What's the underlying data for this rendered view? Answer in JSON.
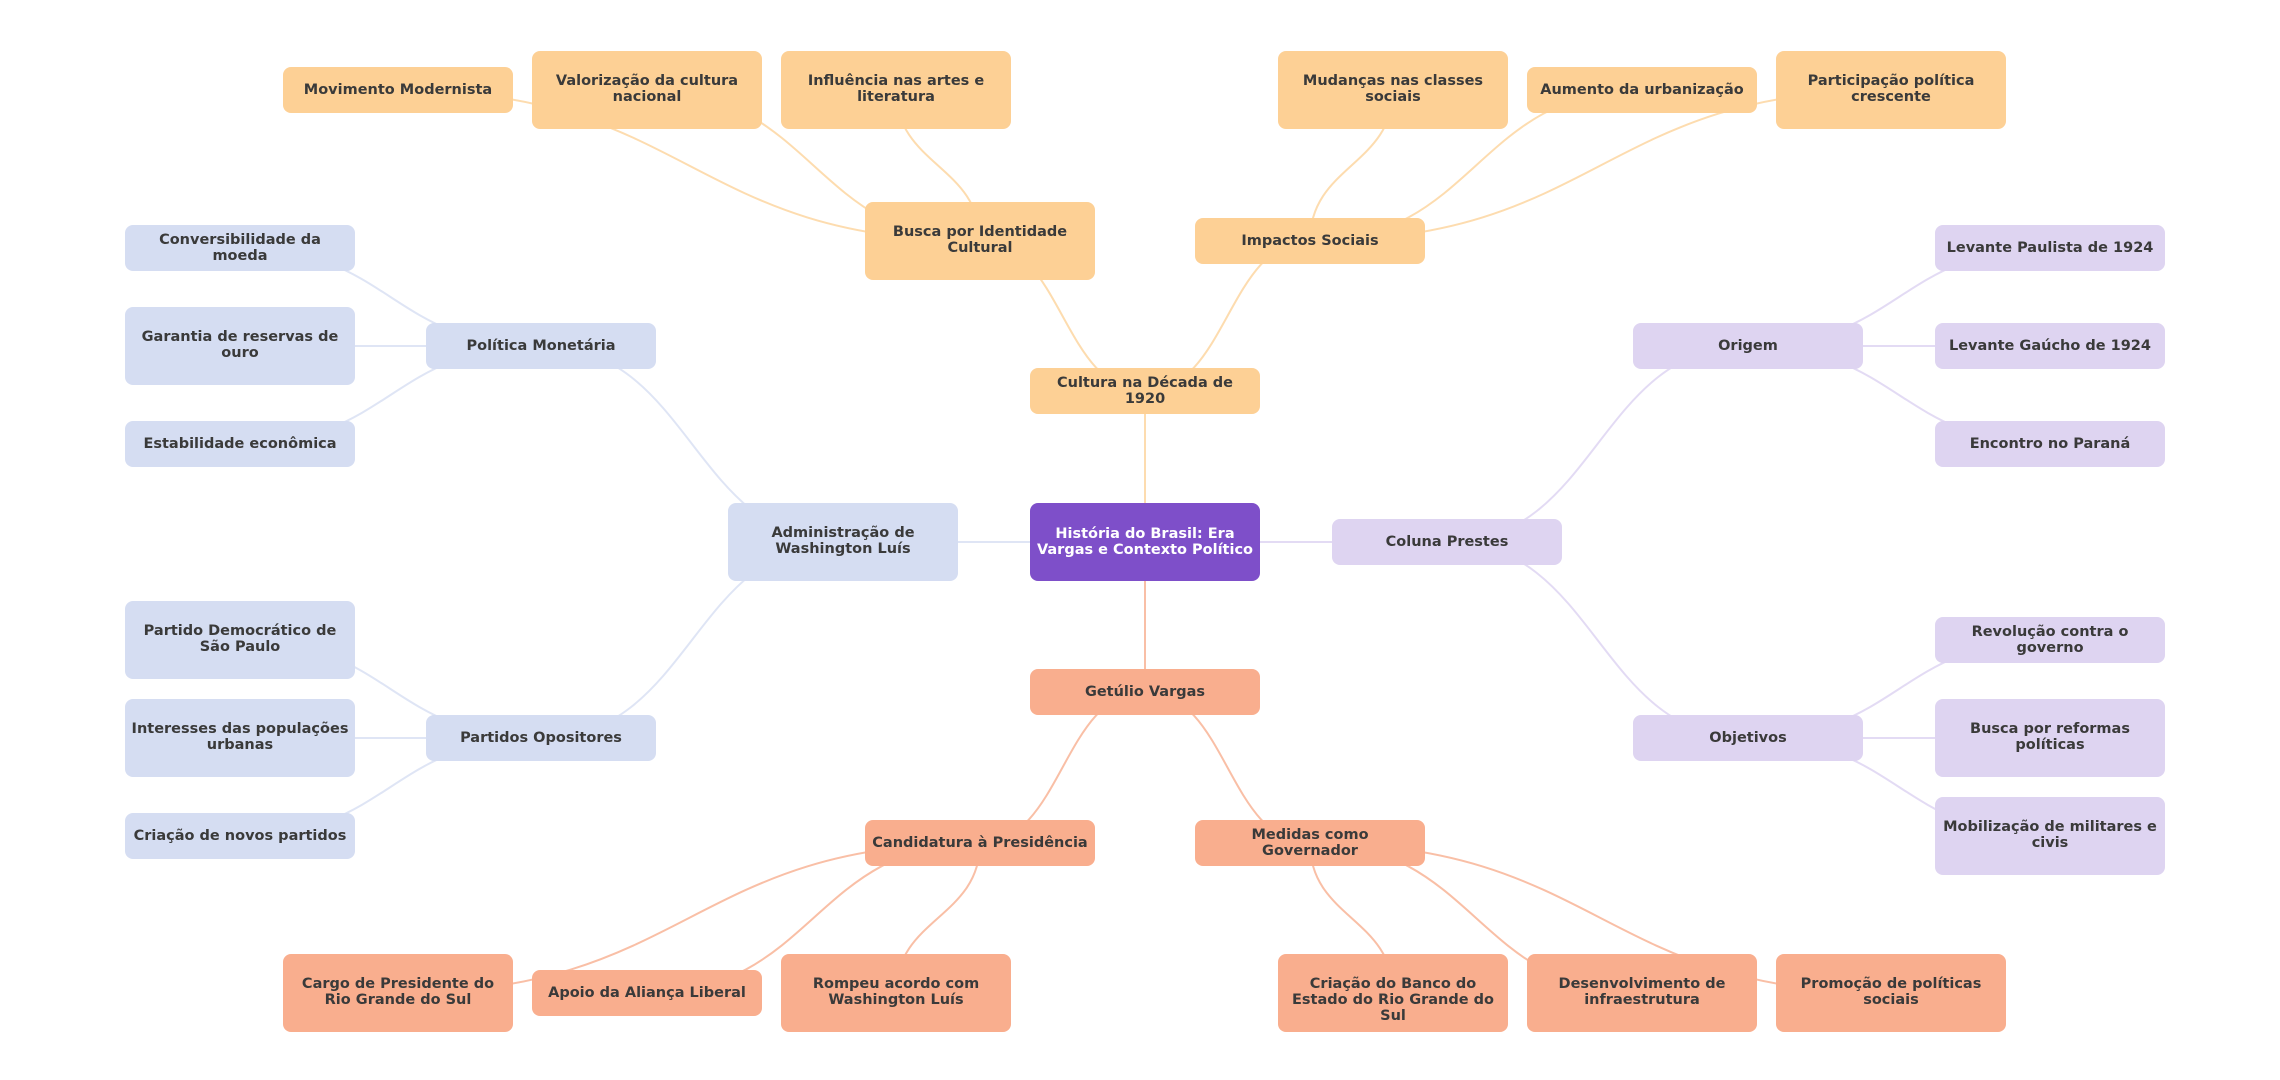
{
  "diagram": {
    "type": "mind-map",
    "colors": {
      "root": "#7e4fc9",
      "culture_branch": "#fdd095",
      "vargas_branch": "#f9ae8e",
      "washington_branch": "#d5ddf2",
      "prestes_branch": "#ded4f1",
      "culture_edge": "#fddcaf",
      "vargas_edge": "#f9bfa6",
      "washington_edge": "#dfe5f5",
      "prestes_edge": "#e3dbf4"
    },
    "nodes": {
      "root": "História do Brasil: Era Vargas e Contexto Político",
      "cultura": "Cultura na Década de 1920",
      "busca_identidade": "Busca por Identidade Cultural",
      "movimento_modernista": "Movimento Modernista",
      "valorizacao": "Valorização da cultura nacional",
      "influencia": "Influência nas artes e literatura",
      "impactos": "Impactos Sociais",
      "mudancas": "Mudanças nas classes sociais",
      "urbanizacao": "Aumento da urbanização",
      "participacao": "Participação política crescente",
      "washington": "Administração de Washington Luís",
      "politica_monetaria": "Política Monetária",
      "conversibilidade": "Conversibilidade da moeda",
      "garantia": "Garantia de reservas de ouro",
      "estabilidade": "Estabilidade econômica",
      "partidos_opositores": "Partidos Opositores",
      "partido_democratico": "Partido Democrático de São Paulo",
      "interesses": "Interesses das populações urbanas",
      "novos_partidos": "Criação de novos partidos",
      "coluna": "Coluna Prestes",
      "origem": "Origem",
      "levante_paulista": "Levante Paulista de 1924",
      "levante_gaucho": "Levante Gaúcho de 1924",
      "encontro": "Encontro no Paraná",
      "objetivos": "Objetivos",
      "revolucao": "Revolução contra o governo",
      "reformas": "Busca por reformas políticas",
      "mobilizacao": "Mobilização de militares e civis",
      "vargas": "Getúlio Vargas",
      "candidatura": "Candidatura à Presidência",
      "cargo": "Cargo de Presidente do Rio Grande do Sul",
      "alianca": "Apoio da Aliança Liberal",
      "rompeu": "Rompeu acordo com Washington Luís",
      "medidas": "Medidas como Governador",
      "banco": "Criação do Banco do Estado do Rio Grande do Sul",
      "infraestrutura": "Desenvolvimento de infraestrutura",
      "politicas_sociais": "Promoção de políticas sociais"
    },
    "edges": [
      [
        "root",
        "cultura",
        "culture_edge"
      ],
      [
        "cultura",
        "busca_identidade",
        "culture_edge"
      ],
      [
        "cultura",
        "impactos",
        "culture_edge"
      ],
      [
        "busca_identidade",
        "movimento_modernista",
        "culture_edge"
      ],
      [
        "busca_identidade",
        "valorizacao",
        "culture_edge"
      ],
      [
        "busca_identidade",
        "influencia",
        "culture_edge"
      ],
      [
        "impactos",
        "mudancas",
        "culture_edge"
      ],
      [
        "impactos",
        "urbanizacao",
        "culture_edge"
      ],
      [
        "impactos",
        "participacao",
        "culture_edge"
      ],
      [
        "root",
        "washington",
        "washington_edge"
      ],
      [
        "washington",
        "politica_monetaria",
        "washington_edge"
      ],
      [
        "washington",
        "partidos_opositores",
        "washington_edge"
      ],
      [
        "politica_monetaria",
        "conversibilidade",
        "washington_edge"
      ],
      [
        "politica_monetaria",
        "garantia",
        "washington_edge"
      ],
      [
        "politica_monetaria",
        "estabilidade",
        "washington_edge"
      ],
      [
        "partidos_opositores",
        "partido_democratico",
        "washington_edge"
      ],
      [
        "partidos_opositores",
        "interesses",
        "washington_edge"
      ],
      [
        "partidos_opositores",
        "novos_partidos",
        "washington_edge"
      ],
      [
        "root",
        "coluna",
        "prestes_edge"
      ],
      [
        "coluna",
        "origem",
        "prestes_edge"
      ],
      [
        "coluna",
        "objetivos",
        "prestes_edge"
      ],
      [
        "origem",
        "levante_paulista",
        "prestes_edge"
      ],
      [
        "origem",
        "levante_gaucho",
        "prestes_edge"
      ],
      [
        "origem",
        "encontro",
        "prestes_edge"
      ],
      [
        "objetivos",
        "revolucao",
        "prestes_edge"
      ],
      [
        "objetivos",
        "reformas",
        "prestes_edge"
      ],
      [
        "objetivos",
        "mobilizacao",
        "prestes_edge"
      ],
      [
        "root",
        "vargas",
        "vargas_edge"
      ],
      [
        "vargas",
        "candidatura",
        "vargas_edge"
      ],
      [
        "vargas",
        "medidas",
        "vargas_edge"
      ],
      [
        "candidatura",
        "cargo",
        "vargas_edge"
      ],
      [
        "candidatura",
        "alianca",
        "vargas_edge"
      ],
      [
        "candidatura",
        "rompeu",
        "vargas_edge"
      ],
      [
        "medidas",
        "banco",
        "vargas_edge"
      ],
      [
        "medidas",
        "infraestrutura",
        "vargas_edge"
      ],
      [
        "medidas",
        "politicas_sociais",
        "vargas_edge"
      ]
    ]
  }
}
